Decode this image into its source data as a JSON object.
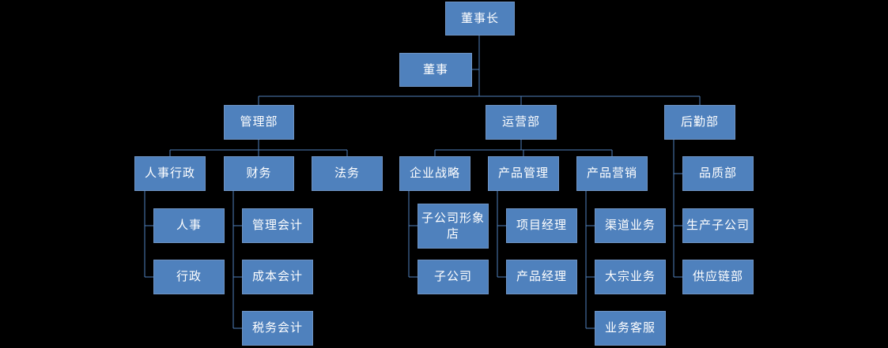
{
  "diagram": {
    "type": "org-chart",
    "background": "black"
  },
  "colors": {
    "background": "#000000",
    "node_fill": "#4f81bd",
    "node_border": "#6f94c4",
    "connector": "#4f81bd",
    "text": "#ffffff"
  },
  "org": {
    "root": {
      "label": "董事长"
    },
    "assistant": {
      "label": "董事"
    },
    "branches": [
      {
        "label": "管理部",
        "children": [
          {
            "label": "人事行政",
            "children": [
              {
                "label": "人事"
              },
              {
                "label": "行政"
              }
            ]
          },
          {
            "label": "财务",
            "children": [
              {
                "label": "管理会计"
              },
              {
                "label": "成本会计"
              },
              {
                "label": "税务会计"
              }
            ]
          },
          {
            "label": "法务",
            "children": []
          }
        ]
      },
      {
        "label": "运营部",
        "children": [
          {
            "label": "企业战略",
            "children": [
              {
                "label": "子公司形象店"
              },
              {
                "label": "子公司"
              }
            ]
          },
          {
            "label": "产品管理",
            "children": [
              {
                "label": "项目经理"
              },
              {
                "label": "产品经理"
              }
            ]
          },
          {
            "label": "产品营销",
            "children": [
              {
                "label": "渠道业务"
              },
              {
                "label": "大宗业务"
              },
              {
                "label": "业务客服"
              }
            ]
          }
        ]
      },
      {
        "label": "后勤部",
        "children": [
          {
            "label": "品质部"
          },
          {
            "label": "生产子公司"
          },
          {
            "label": "供应链部"
          }
        ]
      }
    ]
  }
}
